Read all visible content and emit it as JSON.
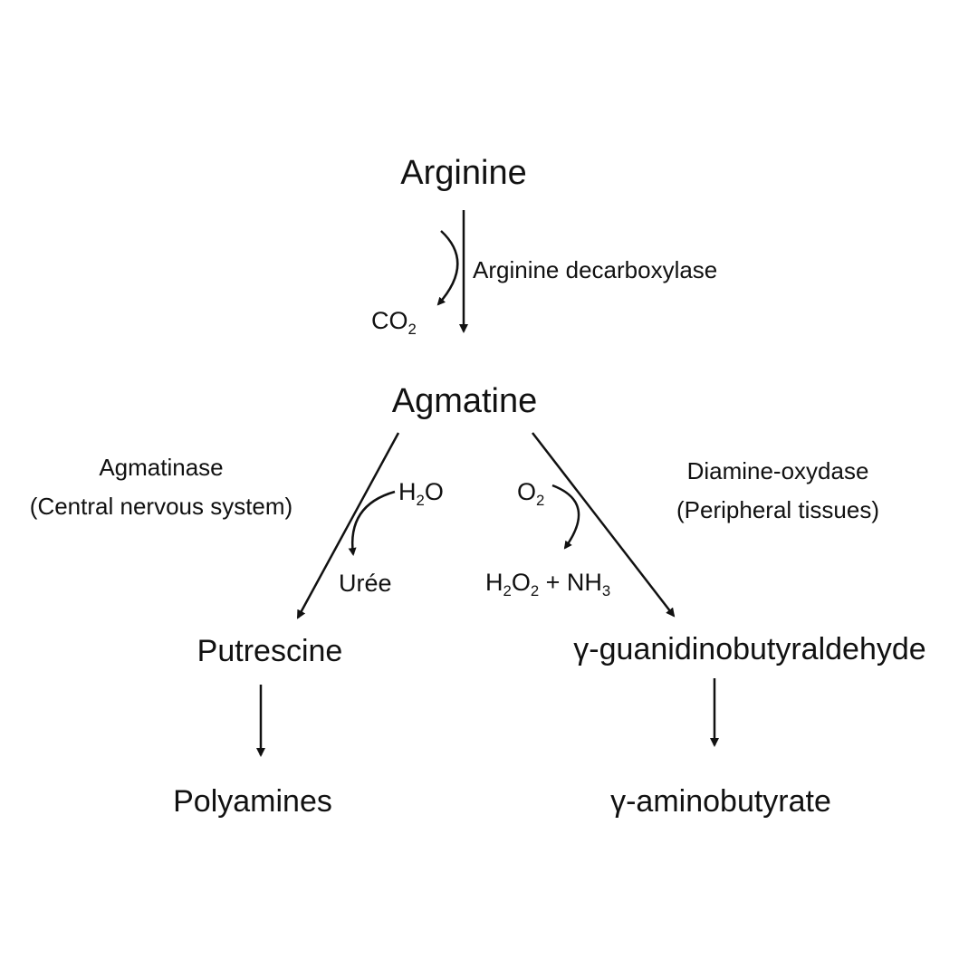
{
  "compounds": {
    "arginine": "Arginine",
    "agmatine": "Agmatine",
    "putrescine": "Putrescine",
    "guanidinobutyraldehyde": "γ-guanidinobutyraldehyde",
    "polyamines": "Polyamines",
    "aminobutyrate": "γ-aminobutyrate"
  },
  "enzymes": {
    "arginine_decarboxylase": "Arginine decarboxylase",
    "agmatinase": "Agmatinase",
    "agmatinase_location": "(Central nervous system)",
    "diamine_oxidase": "Diamine-oxydase",
    "diamine_oxidase_location": "(Peripheral tissues)"
  },
  "molecules": {
    "co2_base": "CO",
    "co2_sub": "2",
    "h2o_pre": "H",
    "h2o_sub": "2",
    "h2o_post": "O",
    "uree": "Urée",
    "o2_base": "O",
    "o2_sub": "2",
    "h2o2_pre": "H",
    "h2o2_sub1": "2",
    "h2o2_mid": "O",
    "h2o2_sub2": "2",
    "nh3_plus": " + NH",
    "nh3_sub": "3"
  },
  "colors": {
    "ink": "#111111",
    "background": "#ffffff"
  }
}
